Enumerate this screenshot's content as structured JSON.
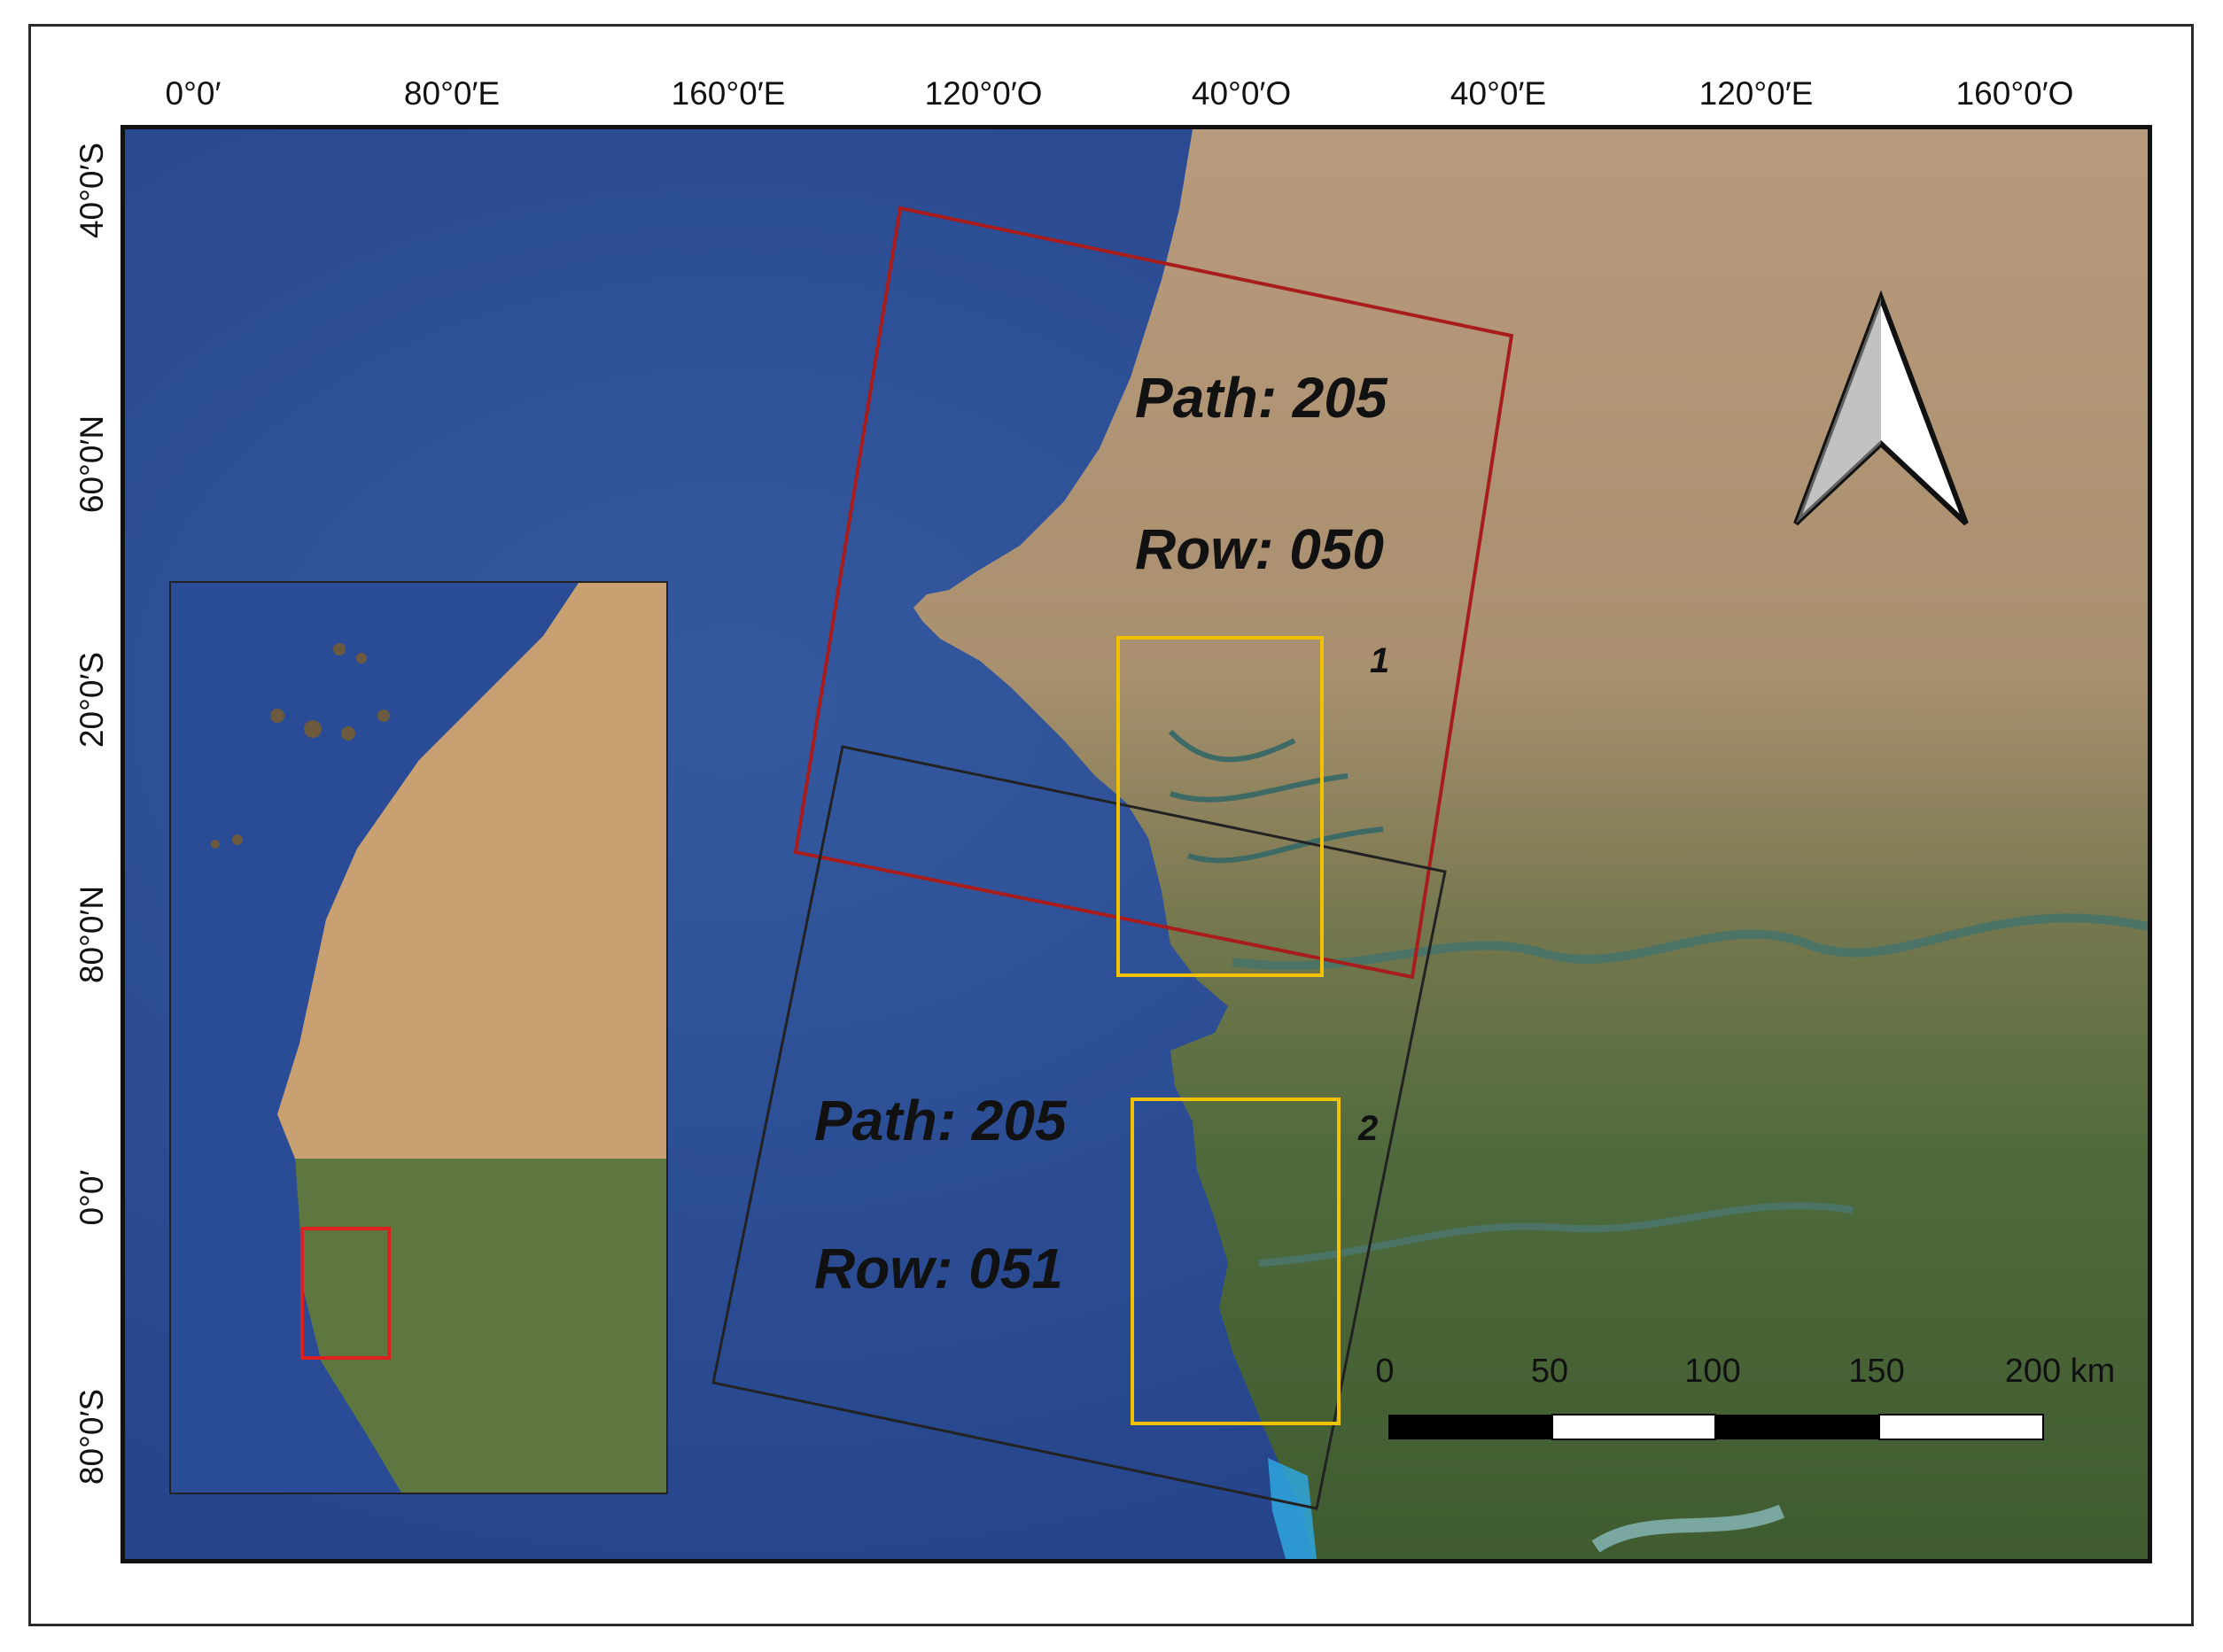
{
  "axes": {
    "top_ticks": [
      "0°0′",
      "80°0′E",
      "160°0′E",
      "120°0′O",
      "40°0′O",
      "40°0′E",
      "120°0′E",
      "160°0′O"
    ],
    "left_ticks": [
      "40°0′S",
      "60°0′N",
      "20°0′S",
      "80°0′N",
      "0°0′",
      "80°0′S"
    ]
  },
  "scenes": [
    {
      "path_label": "Path: 205",
      "row_label": "Row: 050",
      "color": "#a81c1c"
    },
    {
      "path_label": "Path: 205",
      "row_label": "Row: 051",
      "color": "#222222"
    }
  ],
  "study_areas": [
    {
      "label": "1",
      "color": "#f2c200"
    },
    {
      "label": "2",
      "color": "#f2c200"
    }
  ],
  "scale_bar": {
    "ticks": [
      "0",
      "50",
      "100",
      "150",
      "200 km"
    ]
  },
  "north_arrow": {
    "icon": "north-arrow-icon"
  },
  "inset": {
    "highlight_color": "#e02020"
  },
  "colors": {
    "ocean": "#2c4f9c",
    "land_arid": "#b5987a",
    "land_vegetation": "#4d6b3a"
  }
}
